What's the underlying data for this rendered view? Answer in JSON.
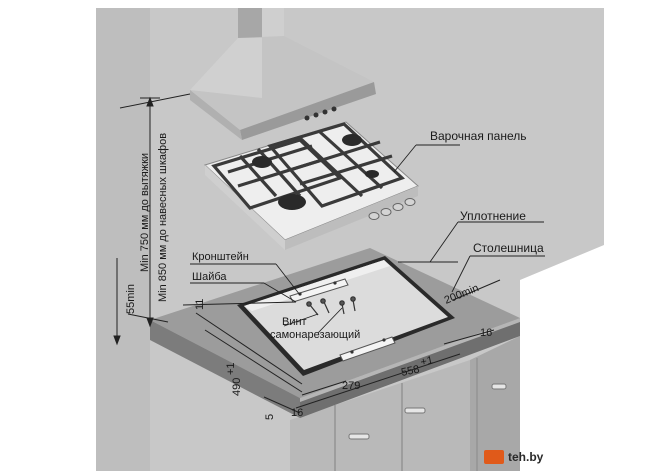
{
  "labels": {
    "hob": "Варочная панель",
    "seal": "Уплотнение",
    "countertop": "Столешница",
    "bracket": "Кронштейн",
    "washer": "Шайба",
    "screw_line1": "Винт",
    "screw_line2": "самонарезающий"
  },
  "vertical_labels": {
    "min_hood": "Min 750 мм до вытяжки",
    "min_cabinets": "Min 850 мм до навесных шкафов",
    "min_55": "55min"
  },
  "dimensions": {
    "d200": "200min",
    "d16_right": "16",
    "d558": "558",
    "d558_tol": "+1",
    "d279": "279",
    "d490": "490",
    "d490_tol": "+1",
    "d16_bottom": "16",
    "d5": "5",
    "d11": "11"
  },
  "watermark": {
    "brand": "teh.by",
    "icon": "tehby-logo-icon"
  },
  "colors": {
    "background": "#ffffff",
    "wall": "#c8c8c8",
    "counter_top": "#9c9c9c",
    "counter_edge": "#6f6f6f",
    "cabinet": "#b9b9b9",
    "hood": "#bdbdbd",
    "hob_glass": "#eeeeee",
    "grate": "#3a3a3a",
    "frame": "#1e1e1e",
    "accent_logo": "#e05a1a"
  }
}
